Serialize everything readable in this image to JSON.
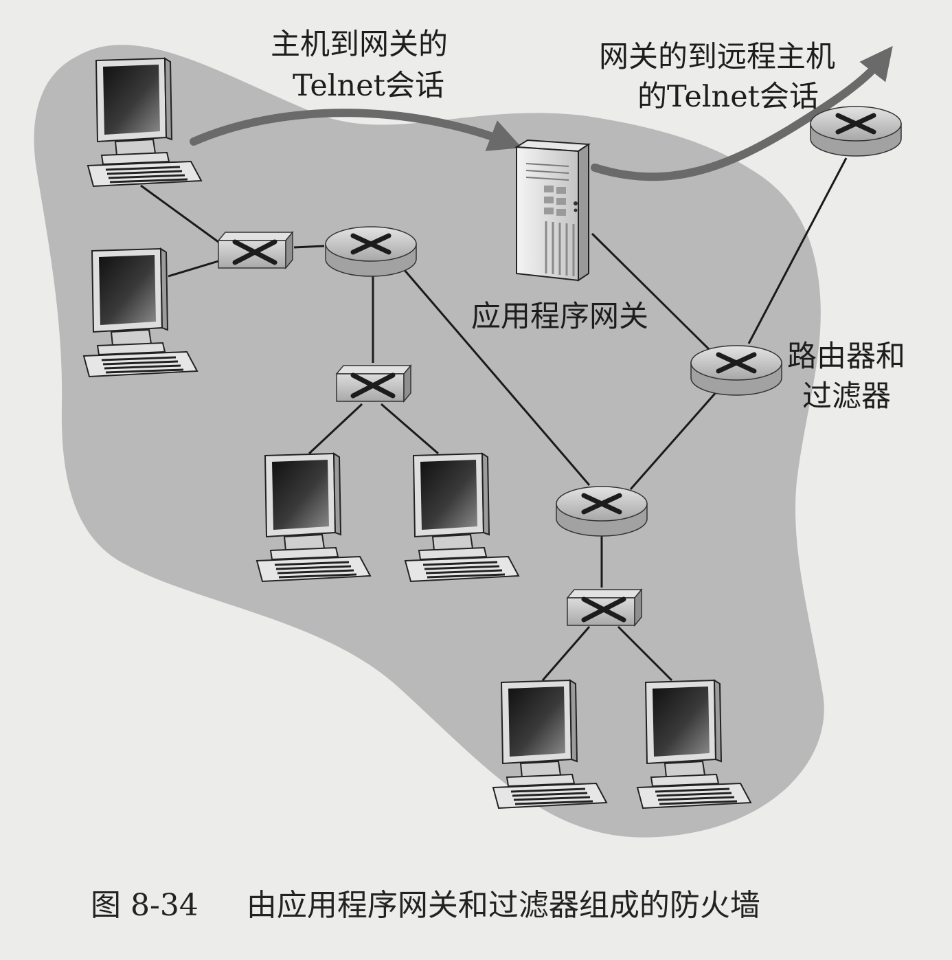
{
  "labels": {
    "host_to_gateway_line1": "主机到网关的",
    "host_to_gateway_line2": "Telnet会话",
    "gateway_to_remote_line1": "网关的到远程主机",
    "gateway_to_remote_line2": "的Telnet会话",
    "application_gateway": "应用程序网关",
    "router_filter_line1": "路由器和",
    "router_filter_line2": "过滤器"
  },
  "caption": {
    "number": "图 8-34",
    "title": "由应用程序网关和过滤器组成的防火墙"
  },
  "colors": {
    "page": "#ececea",
    "blob": "#b9b9b9",
    "arrow": "#6a6a6a",
    "line": "#1a1a1a"
  },
  "icons": {
    "computer": "desktop-computer-icon",
    "switch": "switch-icon",
    "router": "router-icon",
    "server": "server-tower-icon"
  }
}
